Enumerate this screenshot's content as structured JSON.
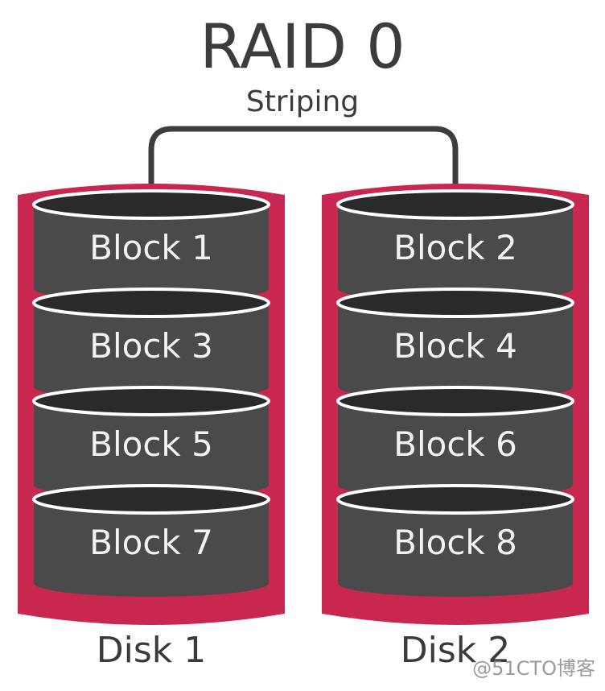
{
  "title": "RAID 0",
  "subtitle": "Striping",
  "disks": [
    {
      "label": "Disk 1",
      "blocks": [
        "Block 1",
        "Block 3",
        "Block 5",
        "Block 7"
      ]
    },
    {
      "label": "Disk 2",
      "blocks": [
        "Block 2",
        "Block 4",
        "Block 6",
        "Block 8"
      ]
    }
  ],
  "watermark": "@51CTO博客",
  "colors": {
    "disk_casing": "#c8284f",
    "platter": "#4a4a4a",
    "platter_top": "#2a2a2a",
    "platter_rim": "#ffffff",
    "connector": "#3d3d3d",
    "text_dark": "#3c3c3c",
    "block_text": "#f2f2f2"
  }
}
